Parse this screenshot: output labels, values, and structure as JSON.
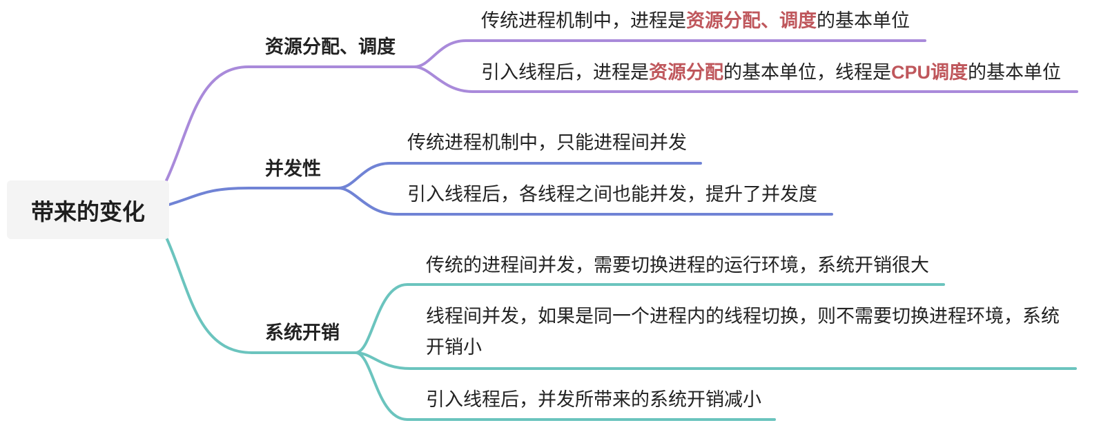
{
  "colors": {
    "branch_resource": "#A98ADA",
    "branch_concurrency": "#7083D5",
    "branch_overhead": "#6BC4BE",
    "highlight": "#BF575C",
    "root_background": "#F4F4F4"
  },
  "root": {
    "label": "带来的变化"
  },
  "branches": [
    {
      "label": "资源分配、调度",
      "children": [
        {
          "segments": [
            {
              "text": "传统进程机制中，进程是",
              "emphasis": false
            },
            {
              "text": "资源分配、调度",
              "emphasis": true
            },
            {
              "text": "的基本单位",
              "emphasis": false
            }
          ]
        },
        {
          "segments": [
            {
              "text": "引入线程后，进程是",
              "emphasis": false
            },
            {
              "text": "资源分配",
              "emphasis": true
            },
            {
              "text": "的基本单位，线程是",
              "emphasis": false
            },
            {
              "text": "CPU调度",
              "emphasis": true
            },
            {
              "text": "的基本单位",
              "emphasis": false
            }
          ]
        }
      ]
    },
    {
      "label": "并发性",
      "children": [
        {
          "segments": [
            {
              "text": "传统进程机制中，只能进程间并发",
              "emphasis": false
            }
          ]
        },
        {
          "segments": [
            {
              "text": "引入线程后，各线程之间也能并发，提升了并发度",
              "emphasis": false
            }
          ]
        }
      ]
    },
    {
      "label": "系统开销",
      "children": [
        {
          "segments": [
            {
              "text": "传统的进程间并发，需要切换进程的运行环境，系统开销很大",
              "emphasis": false
            }
          ]
        },
        {
          "segments": [
            {
              "text": "线程间并发，如果是同一个进程内的线程切换，则不需要切换进程环境，系统开销小",
              "emphasis": false
            }
          ]
        },
        {
          "segments": [
            {
              "text": "引入线程后，并发所带来的系统开销减小",
              "emphasis": false
            }
          ]
        }
      ]
    }
  ]
}
